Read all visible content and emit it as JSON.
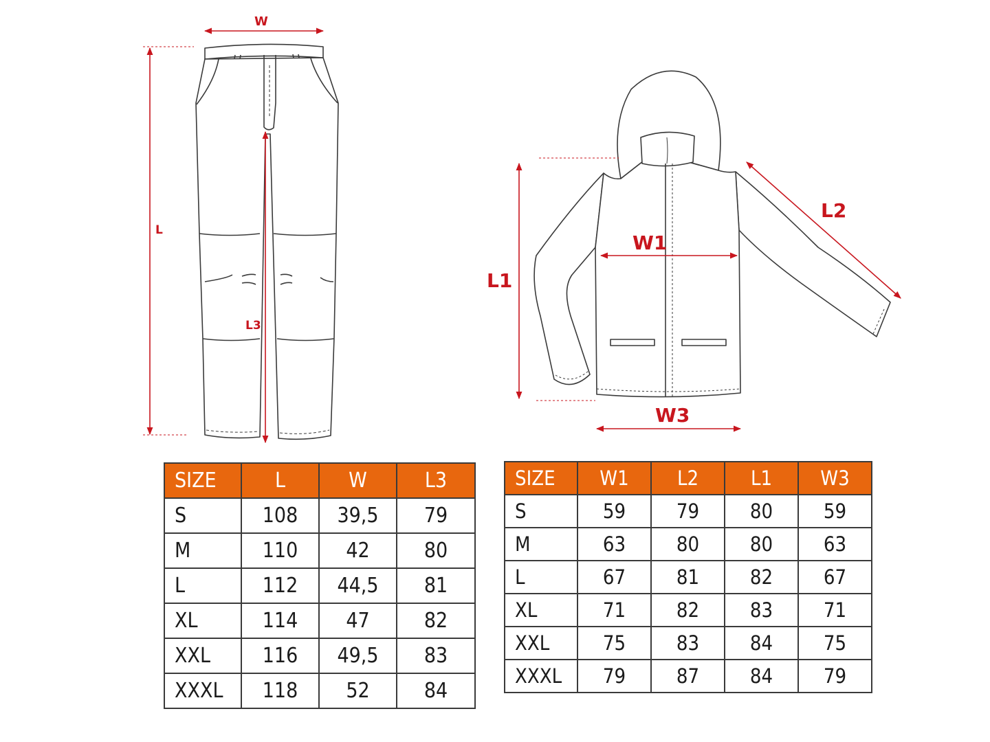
{
  "diagram": {
    "pants_labels": {
      "width": "W",
      "length": "L",
      "inseam": "L3"
    },
    "jacket_labels": {
      "chest": "W1",
      "sleeve": "L2",
      "length": "L1",
      "hem": "W3"
    },
    "colors": {
      "measure_red": "#c8161e",
      "header_orange": "#e8670e",
      "outline": "#3a3a3a"
    }
  },
  "pants_table": {
    "headers": [
      "SIZE",
      "L",
      "W",
      "L3"
    ],
    "rows": [
      [
        "S",
        "108",
        "39,5",
        "79"
      ],
      [
        "M",
        "110",
        "42",
        "80"
      ],
      [
        "L",
        "112",
        "44,5",
        "81"
      ],
      [
        "XL",
        "114",
        "47",
        "82"
      ],
      [
        "XXL",
        "116",
        "49,5",
        "83"
      ],
      [
        "XXXL",
        "118",
        "52",
        "84"
      ]
    ]
  },
  "jacket_table": {
    "headers": [
      "SIZE",
      "W1",
      "L2",
      "L1",
      "W3"
    ],
    "rows": [
      [
        "S",
        "59",
        "79",
        "80",
        "59"
      ],
      [
        "M",
        "63",
        "80",
        "80",
        "63"
      ],
      [
        "L",
        "67",
        "81",
        "82",
        "67"
      ],
      [
        "XL",
        "71",
        "82",
        "83",
        "71"
      ],
      [
        "XXL",
        "75",
        "83",
        "84",
        "75"
      ],
      [
        "XXXL",
        "79",
        "87",
        "84",
        "79"
      ]
    ]
  }
}
